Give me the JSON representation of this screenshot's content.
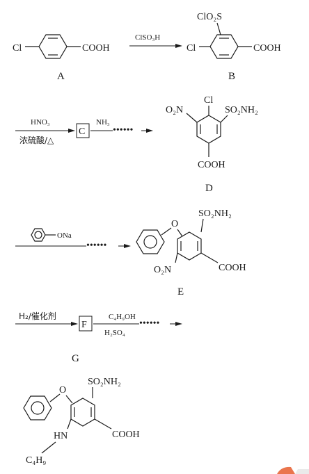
{
  "colors": {
    "ink": "#1a1a1a",
    "background": "#ffffff",
    "watermark_accent": "#e8663a"
  },
  "compounds": {
    "A": {
      "label": "A",
      "left_sub": "Cl",
      "right_sub": "COOH"
    },
    "B": {
      "label": "B",
      "top_sub": "ClO₂S",
      "left_sub": "Cl",
      "right_sub": "COOH"
    },
    "D": {
      "label": "D",
      "top_sub": "Cl",
      "left_sub": "O₂N",
      "right_sub": "SO₂NH₂",
      "bottom_sub": "COOH"
    },
    "E": {
      "label": "E",
      "top_sub": "SO₂NH₂",
      "ether_o": "O",
      "left_sub": "O₂N",
      "right_sub": "COOH"
    },
    "G": {
      "label": "G",
      "top_sub": "SO₂NH₂",
      "ether_o": "O",
      "amine": "HN",
      "alkyl": "C₄H₉",
      "right_sub": "COOH"
    }
  },
  "steps": {
    "step1": {
      "reagent_above": "ClSO₃H"
    },
    "step2": {
      "reagent_above": "HNO₃",
      "reagent_below": "浓硫酸/△",
      "intermediate": "C",
      "reagent_above_2": "NH₃"
    },
    "step3": {
      "reagent_label": "ONa"
    },
    "step4": {
      "reagent_above": "H₂/催化剂",
      "intermediate": "F",
      "reagent_above_2": "C₄H₉OH",
      "reagent_below_2": "H₂SO₄"
    }
  }
}
